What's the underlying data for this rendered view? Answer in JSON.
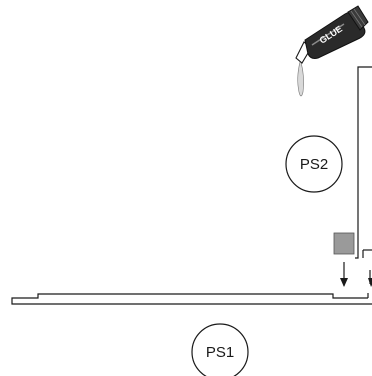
{
  "callouts": {
    "part_top": "PS2",
    "part_bottom": "PS1"
  },
  "glue_tube": {
    "label": "GLUE",
    "icon": "glue-tube-icon"
  },
  "colors": {
    "line": "#1a1a1a",
    "glue_square": "#9a9a9a",
    "tube_body": "#2a2a2a",
    "glue_drop": "#d9d9d9"
  }
}
